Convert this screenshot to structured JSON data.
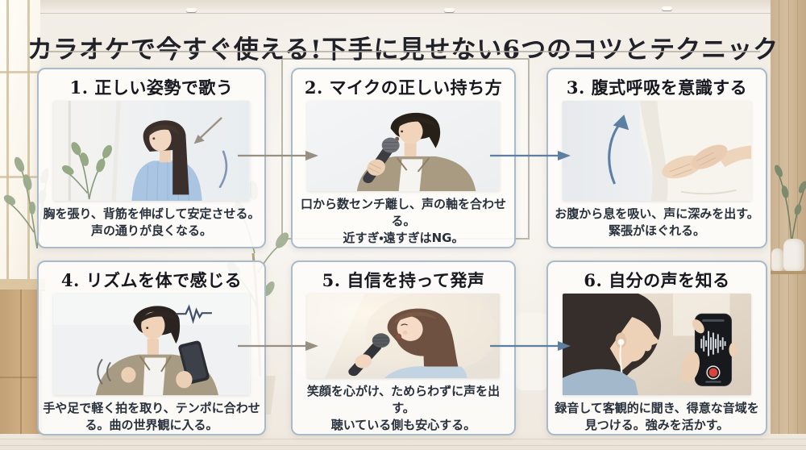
{
  "title": "カラオケで今すぐ使える!下手に見せない6つのコツとテクニック",
  "cards": [
    {
      "heading": "1. 正しい姿勢で歌う",
      "desc1": "胸を張り、背筋を伸ばして安定させる。",
      "desc2": "声の通りが良くなる。"
    },
    {
      "heading": "2. マイクの正しい持ち方",
      "desc1": "口から数センチ離し、声の軸を合わせる。",
      "desc2": "近すぎ・遠すぎはNG。"
    },
    {
      "heading": "3. 腹式呼吸を意識する",
      "desc1": "お腹から息を吸い、声に深みを出す。",
      "desc2": "緊張がほぐれる。"
    },
    {
      "heading": "4. リズムを体で感じる",
      "desc1": "手や足で軽く拍を取り、テンポに合わせ",
      "desc2": "る。曲の世界観に入る。"
    },
    {
      "heading": "5. 自信を持って発声",
      "desc1": "笑顔を心がけ、ためらわずに声を出す。",
      "desc2": "聴いている側も安心する。"
    },
    {
      "heading": "6. 自分の声を知る",
      "desc1": "録音して客観的に聞き、得意な音域を",
      "desc2": "見つける。強みを活かす。"
    }
  ],
  "colors": {
    "card_border": "#a9bac8",
    "arrow_gray": "#988f83",
    "arrow_blue": "#5d7e9e",
    "title_text": "#21212a",
    "desc_text": "#28303c",
    "record_red": "#d8453e"
  }
}
